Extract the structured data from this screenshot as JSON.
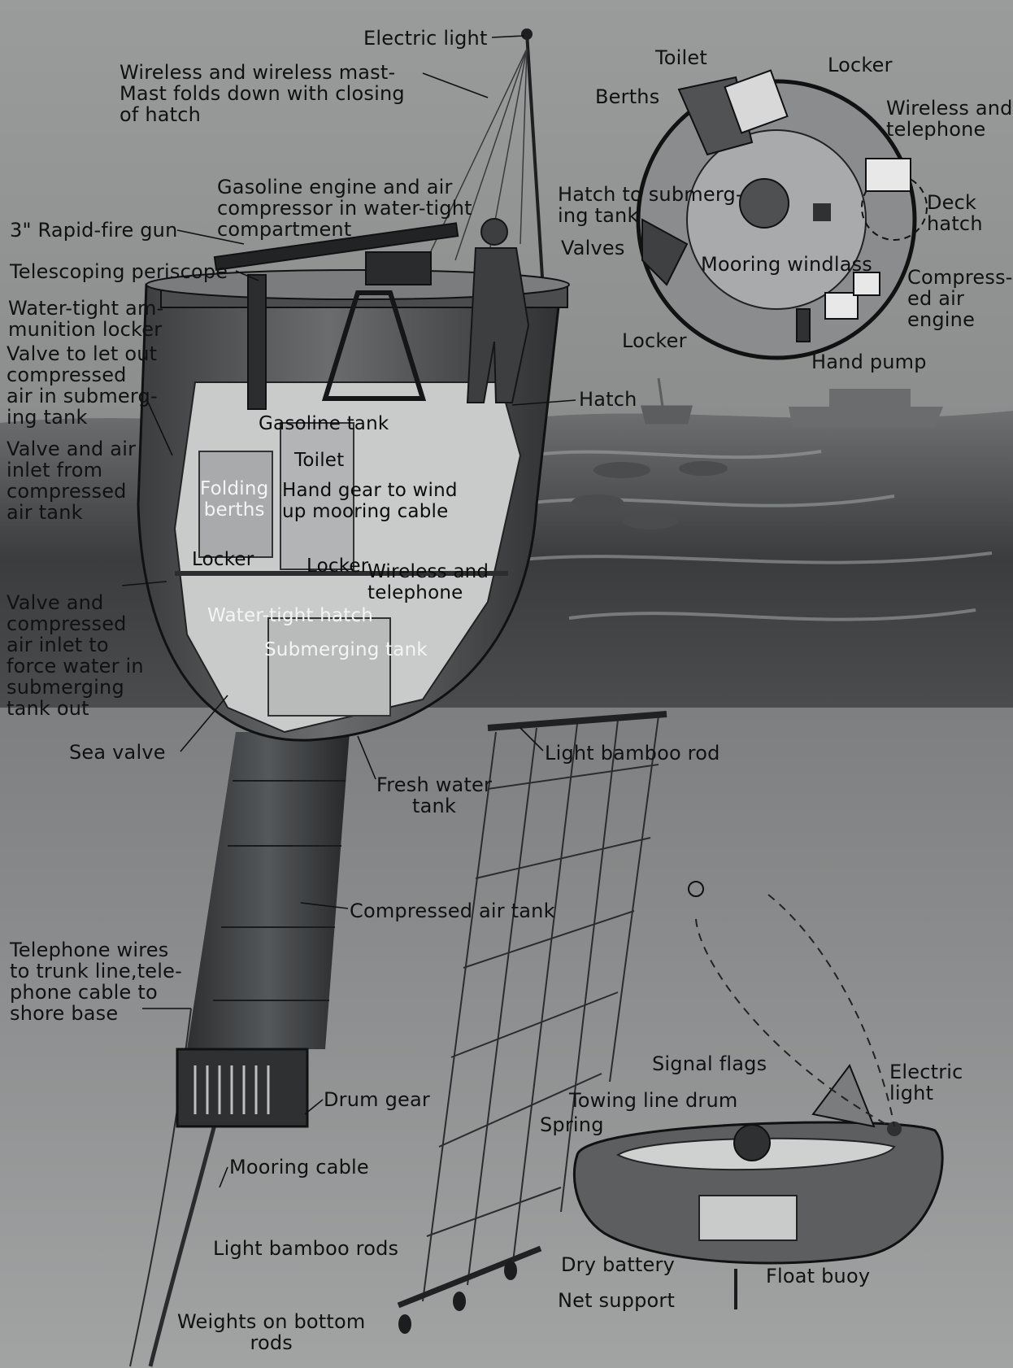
{
  "diagram": {
    "main_labels": {
      "electric_light_top": "Electric light",
      "wireless_mast": "Wireless and wireless mast-\nMast folds down with closing\nof hatch",
      "gasoline_engine": "Gasoline engine and air\ncompressor in water-tight\ncompartment",
      "rapid_fire_gun": "3\" Rapid-fire gun",
      "periscope": "Telescoping periscope",
      "ammunition_locker": "Water-tight am-\nmunition locker",
      "valve_let_out": "Valve to let out\ncompressed\nair in submerg-\ning tank",
      "valve_air_inlet": "Valve and air\ninlet from\ncompressed\nair tank",
      "valve_force_water": "Valve and\ncompressed\nair inlet to\nforce water in\nsubmerging\ntank out",
      "sea_valve": "Sea valve",
      "hatch": "Hatch",
      "fresh_water_tank": "Fresh water\ntank",
      "compressed_air_tank": "Compressed air tank",
      "light_bamboo_rod": "Light bamboo rod",
      "telephone_wires": "Telephone wires\nto trunk line,tele-\nphone cable to\nshore base",
      "drum_gear": "Drum gear",
      "mooring_cable": "Mooring cable",
      "light_bamboo_rods": "Light bamboo rods",
      "weights": "Weights on bottom\nrods"
    },
    "interior_labels": {
      "gasoline_tank": "Gasoline tank",
      "toilet": "Toilet",
      "folding_berths": "Folding\nberths",
      "hand_gear": "Hand gear to wind\nup mooring cable",
      "locker_left": "Locker",
      "locker_right": "Locker",
      "wireless_telephone": "Wireless and\ntelephone",
      "watertight_hatch": "Water-tight hatch",
      "submerging_tank": "Submerging tank"
    },
    "plan_labels": {
      "toilet": "Toilet",
      "locker_top": "Locker",
      "berths": "Berths",
      "wireless_telephone": "Wireless and\ntelephone",
      "hatch_to_tank": "Hatch to submerg-\ning tank",
      "deck_hatch": "Deck\nhatch",
      "valves": "Valves",
      "mooring_windlass": "Mooring windlass",
      "compressed_air_engine": "Compress-\ned air\nengine",
      "locker_bottom": "Locker",
      "hand_pump": "Hand pump"
    },
    "float_labels": {
      "signal_flags": "Signal flags",
      "electric_light": "Electric\nlight",
      "towing_line_drum": "Towing line drum",
      "spring": "Spring",
      "dry_battery": "Dry battery",
      "float_buoy": "Float buoy",
      "net_support": "Net support"
    }
  }
}
